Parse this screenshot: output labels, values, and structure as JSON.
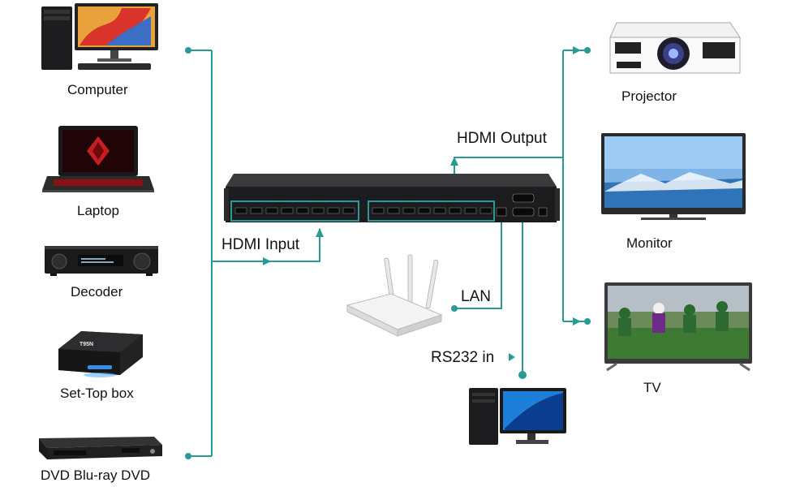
{
  "sources": [
    {
      "label": "Computer",
      "icon": "computer-icon"
    },
    {
      "label": "Laptop",
      "icon": "laptop-icon"
    },
    {
      "label": "Decoder",
      "icon": "decoder-icon"
    },
    {
      "label": "Set-Top box",
      "icon": "set-top-box-icon"
    },
    {
      "label": "DVD Blu-ray DVD",
      "icon": "blu-ray-player-icon"
    }
  ],
  "displays": [
    {
      "label": "Projector",
      "icon": "projector-icon"
    },
    {
      "label": "Monitor",
      "icon": "monitor-icon"
    },
    {
      "label": "TV",
      "icon": "tv-icon"
    }
  ],
  "connections": {
    "hdmi_input": "HDMI Input",
    "hdmi_output": "HDMI Output",
    "lan": "LAN",
    "rs232": "RS232 in"
  },
  "devices": {
    "matrix": "hdmi-matrix-switcher-icon",
    "router": "wifi-router-icon",
    "control_pc": "desktop-pc-icon"
  },
  "colors": {
    "line": "#2a9a96",
    "device_dark": "#1c1c1e"
  }
}
